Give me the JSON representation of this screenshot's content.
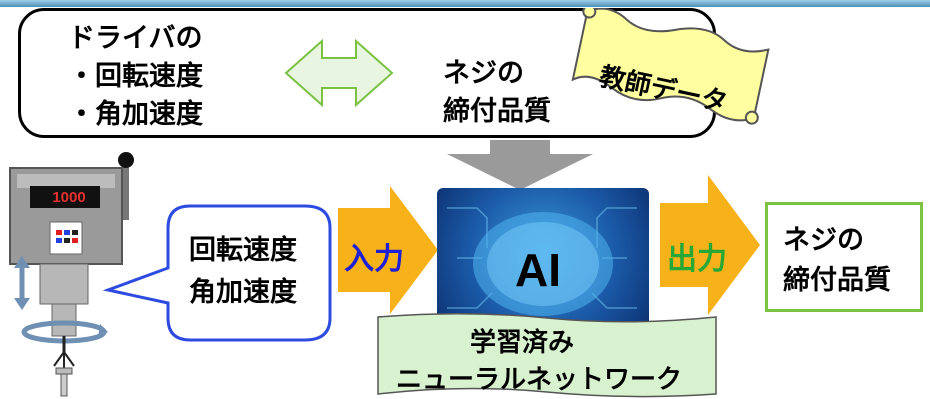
{
  "top_panel": {
    "driver_title": "ドライバの",
    "driver_items": [
      "・回転速度",
      "・角加速度"
    ],
    "quality_lines": [
      "ネジの",
      "締付品質"
    ],
    "teacher_flag": "教師データ"
  },
  "tool": {
    "display_value": "1000"
  },
  "speech_bubble": {
    "lines": [
      "回転速度",
      "角加速度"
    ]
  },
  "input_label": "入力",
  "output_label": "出力",
  "ai_label": "AI",
  "network_banner": {
    "lines": [
      "学習済み",
      "ニューラルネットワーク"
    ]
  },
  "output_box": {
    "lines": [
      "ネジの",
      "締付品質"
    ]
  },
  "colors": {
    "arrow_orange": "#f7b21a",
    "arrow_gray": "#9a9a9a",
    "double_arrow_fill": "#e8f5e1",
    "double_arrow_stroke": "#7bc142",
    "bubble_border": "#2d4be0",
    "flag_fill": "#ffffa0",
    "banner_fill": "#d8f2d0",
    "input_label": "#1f1fd6",
    "output_label": "#27a836"
  }
}
